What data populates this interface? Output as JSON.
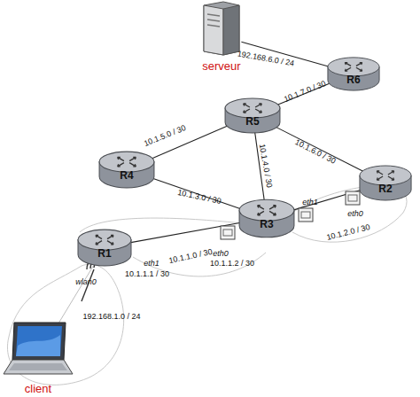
{
  "diagram": {
    "nodes": [
      {
        "text": [
          "serveur"
        ]
      },
      {
        "text": [
          "R6"
        ]
      },
      {
        "text": [
          "R5"
        ]
      },
      {
        "text": [
          "R4"
        ]
      },
      {
        "text": [
          "R2"
        ]
      },
      {
        "text": [
          "R3"
        ]
      },
      {
        "text": [
          "R1"
        ]
      },
      {
        "text": [
          "client"
        ]
      }
    ],
    "edges": [
      {
        "from": 0,
        "to": 1,
        "arrow": "none",
        "label": "192.168.6.0 / 24"
      },
      {
        "from": 1,
        "to": 2,
        "arrow": "none",
        "label": "10.1.7.0 / 30"
      },
      {
        "from": 2,
        "to": 3,
        "arrow": "none",
        "label": "10.1.5.0 / 30"
      },
      {
        "from": 2,
        "to": 5,
        "arrow": "none",
        "label": "10.1.4.0 / 30"
      },
      {
        "from": 2,
        "to": 4,
        "arrow": "none",
        "label": "10.1.6.0 / 30"
      },
      {
        "from": 3,
        "to": 5,
        "arrow": "none",
        "label": "10.1.3.0 / 30"
      },
      {
        "from": 5,
        "to": 4,
        "arrow": "none",
        "label": "10.1.2.0 / 30"
      },
      {
        "from": 6,
        "to": 5,
        "arrow": "none",
        "label": "10.1.1.0 / 30"
      },
      {
        "from": 6,
        "to": 7,
        "arrow": "none",
        "label": "192.168.1.0 / 24"
      }
    ],
    "labels": [
      "eth1",
      "10.1.1.1 / 30",
      "eth0",
      "10.1.1.2 / 30",
      "eth1",
      "eth0",
      "wlan0"
    ]
  }
}
